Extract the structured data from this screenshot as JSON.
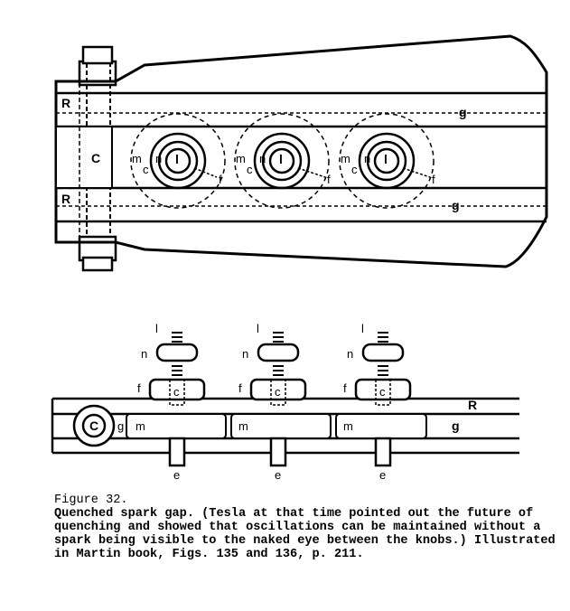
{
  "figure_top": {
    "labels": {
      "R_upper": "R",
      "R_lower": "R",
      "C": "C",
      "g_upper": "g",
      "g_lower": "g",
      "m": "m",
      "c": "c",
      "n": "n",
      "l": "l",
      "f": "f"
    }
  },
  "figure_bottom": {
    "labels": {
      "l": "l",
      "n": "n",
      "f": "f",
      "c": "c",
      "m": "m",
      "e": "e",
      "R": "R",
      "g_left": "g",
      "g_right": "g",
      "C": "C"
    }
  },
  "caption": {
    "figure_number": "Figure 32.",
    "text": "Quenched spark gap.  (Tesla at that time pointed out the future of quenching and showed that oscillations can be maintained without a spark being visible to the naked eye between the knobs.)  Illustrated in Martin book, Figs. 135 and 136, p. 211."
  }
}
